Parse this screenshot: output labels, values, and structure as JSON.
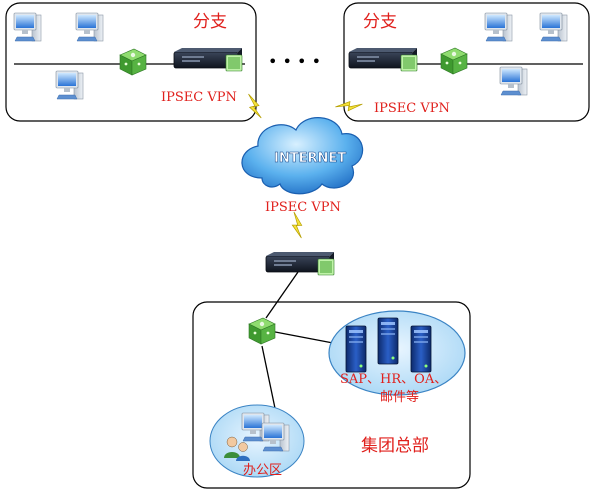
{
  "colors": {
    "label_red": "#e0201c",
    "cloud_blue": "#1f7fd6",
    "cloud_light": "#9fd3f4",
    "bolt_yellow": "#f5e23a",
    "switch_green": "#4fa83a",
    "router_dark": "#1e2533"
  },
  "branches": {
    "left": {
      "title": "分支",
      "link_label": "IPSEC VPN"
    },
    "right": {
      "title": "分支",
      "link_label": "IPSEC VPN"
    }
  },
  "ellipsis": "• • • •",
  "internet": {
    "label": "INTERNET",
    "link_label": "IPSEC VPN"
  },
  "hq": {
    "title": "集团总部",
    "servers_line1": "SAP、HR、OA、",
    "servers_line2": "邮件等",
    "office_label": "办公区"
  }
}
